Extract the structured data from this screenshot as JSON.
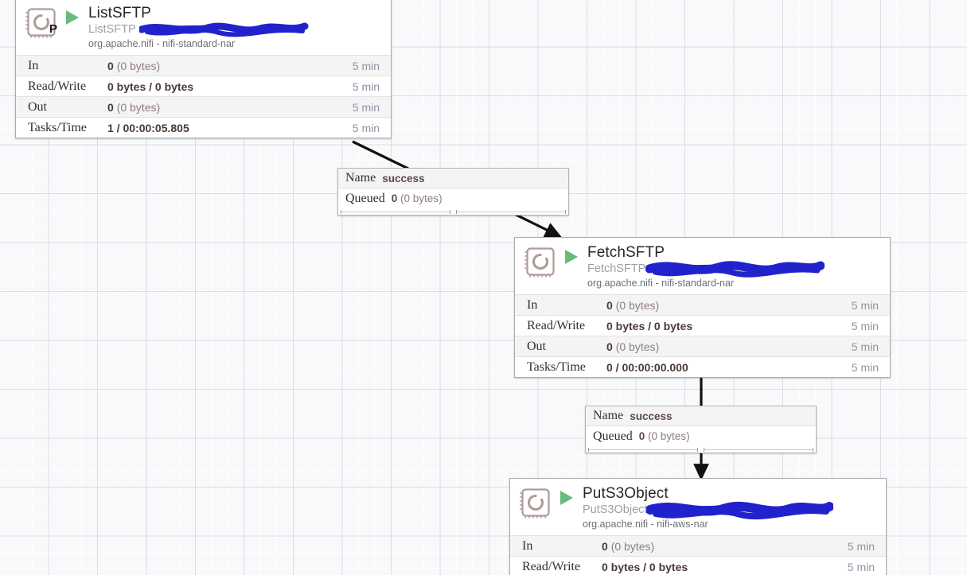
{
  "canvas": {
    "background_color": "#f8f9fb",
    "grid_color": "#bec1c8"
  },
  "theme": {
    "run_status_green": "#68bb7c",
    "processor_icon_color": "#b09a97",
    "redaction_color": "#2222cc",
    "stat_value_color": "#5c4a47",
    "time_color": "#8d95a3"
  },
  "stat_labels": {
    "in": "In",
    "read_write": "Read/Write",
    "out": "Out",
    "tasks_time": "Tasks/Time"
  },
  "connection_labels": {
    "name": "Name",
    "queued": "Queued"
  },
  "processors": [
    {
      "id": "listsftp",
      "name": "ListSFTP",
      "type": "ListSFTP",
      "version_redacted": true,
      "bundle": "org.apache.nifi - nifi-standard-nar",
      "run_status": "running",
      "run_status_icon": "play-icon",
      "primary_node_badge": "P",
      "stats": [
        {
          "label": "In",
          "value_bold": "0",
          "value_muted": "(0 bytes)",
          "time": "5 min"
        },
        {
          "label": "Read/Write",
          "value_bold": "0 bytes / 0 bytes",
          "value_muted": "",
          "time": "5 min"
        },
        {
          "label": "Out",
          "value_bold": "0",
          "value_muted": "(0 bytes)",
          "time": "5 min"
        },
        {
          "label": "Tasks/Time",
          "value_bold": "1 / 00:00:05.805",
          "value_muted": "",
          "time": "5 min"
        }
      ]
    },
    {
      "id": "fetchsftp",
      "name": "FetchSFTP",
      "type": "FetchSFTP",
      "version_redacted": true,
      "bundle": "org.apache.nifi - nifi-standard-nar",
      "run_status": "running",
      "run_status_icon": "play-icon",
      "primary_node_badge": "",
      "stats": [
        {
          "label": "In",
          "value_bold": "0",
          "value_muted": "(0 bytes)",
          "time": "5 min"
        },
        {
          "label": "Read/Write",
          "value_bold": "0 bytes / 0 bytes",
          "value_muted": "",
          "time": "5 min"
        },
        {
          "label": "Out",
          "value_bold": "0",
          "value_muted": "(0 bytes)",
          "time": "5 min"
        },
        {
          "label": "Tasks/Time",
          "value_bold": "0 / 00:00:00.000",
          "value_muted": "",
          "time": "5 min"
        }
      ]
    },
    {
      "id": "puts3object",
      "name": "PutS3Object",
      "type": "PutS3Object",
      "version_redacted": true,
      "bundle": "org.apache.nifi - nifi-aws-nar",
      "run_status": "running",
      "run_status_icon": "play-icon",
      "primary_node_badge": "",
      "clipped_at_viewport_bottom": true,
      "stats": [
        {
          "label": "In",
          "value_bold": "0",
          "value_muted": "(0 bytes)",
          "time": "5 min"
        },
        {
          "label": "Read/Write",
          "value_bold": "0 bytes / 0 bytes",
          "value_muted": "",
          "time": "5 min"
        }
      ]
    }
  ],
  "connections": [
    {
      "id": "listsftp-to-fetchsftp",
      "name_label": "Name",
      "name_value": "success",
      "queued_label": "Queued",
      "queued_bold": "0",
      "queued_muted": "(0 bytes)"
    },
    {
      "id": "fetchsftp-to-puts3object",
      "name_label": "Name",
      "name_value": "success",
      "queued_label": "Queued",
      "queued_bold": "0",
      "queued_muted": "(0 bytes)"
    }
  ]
}
